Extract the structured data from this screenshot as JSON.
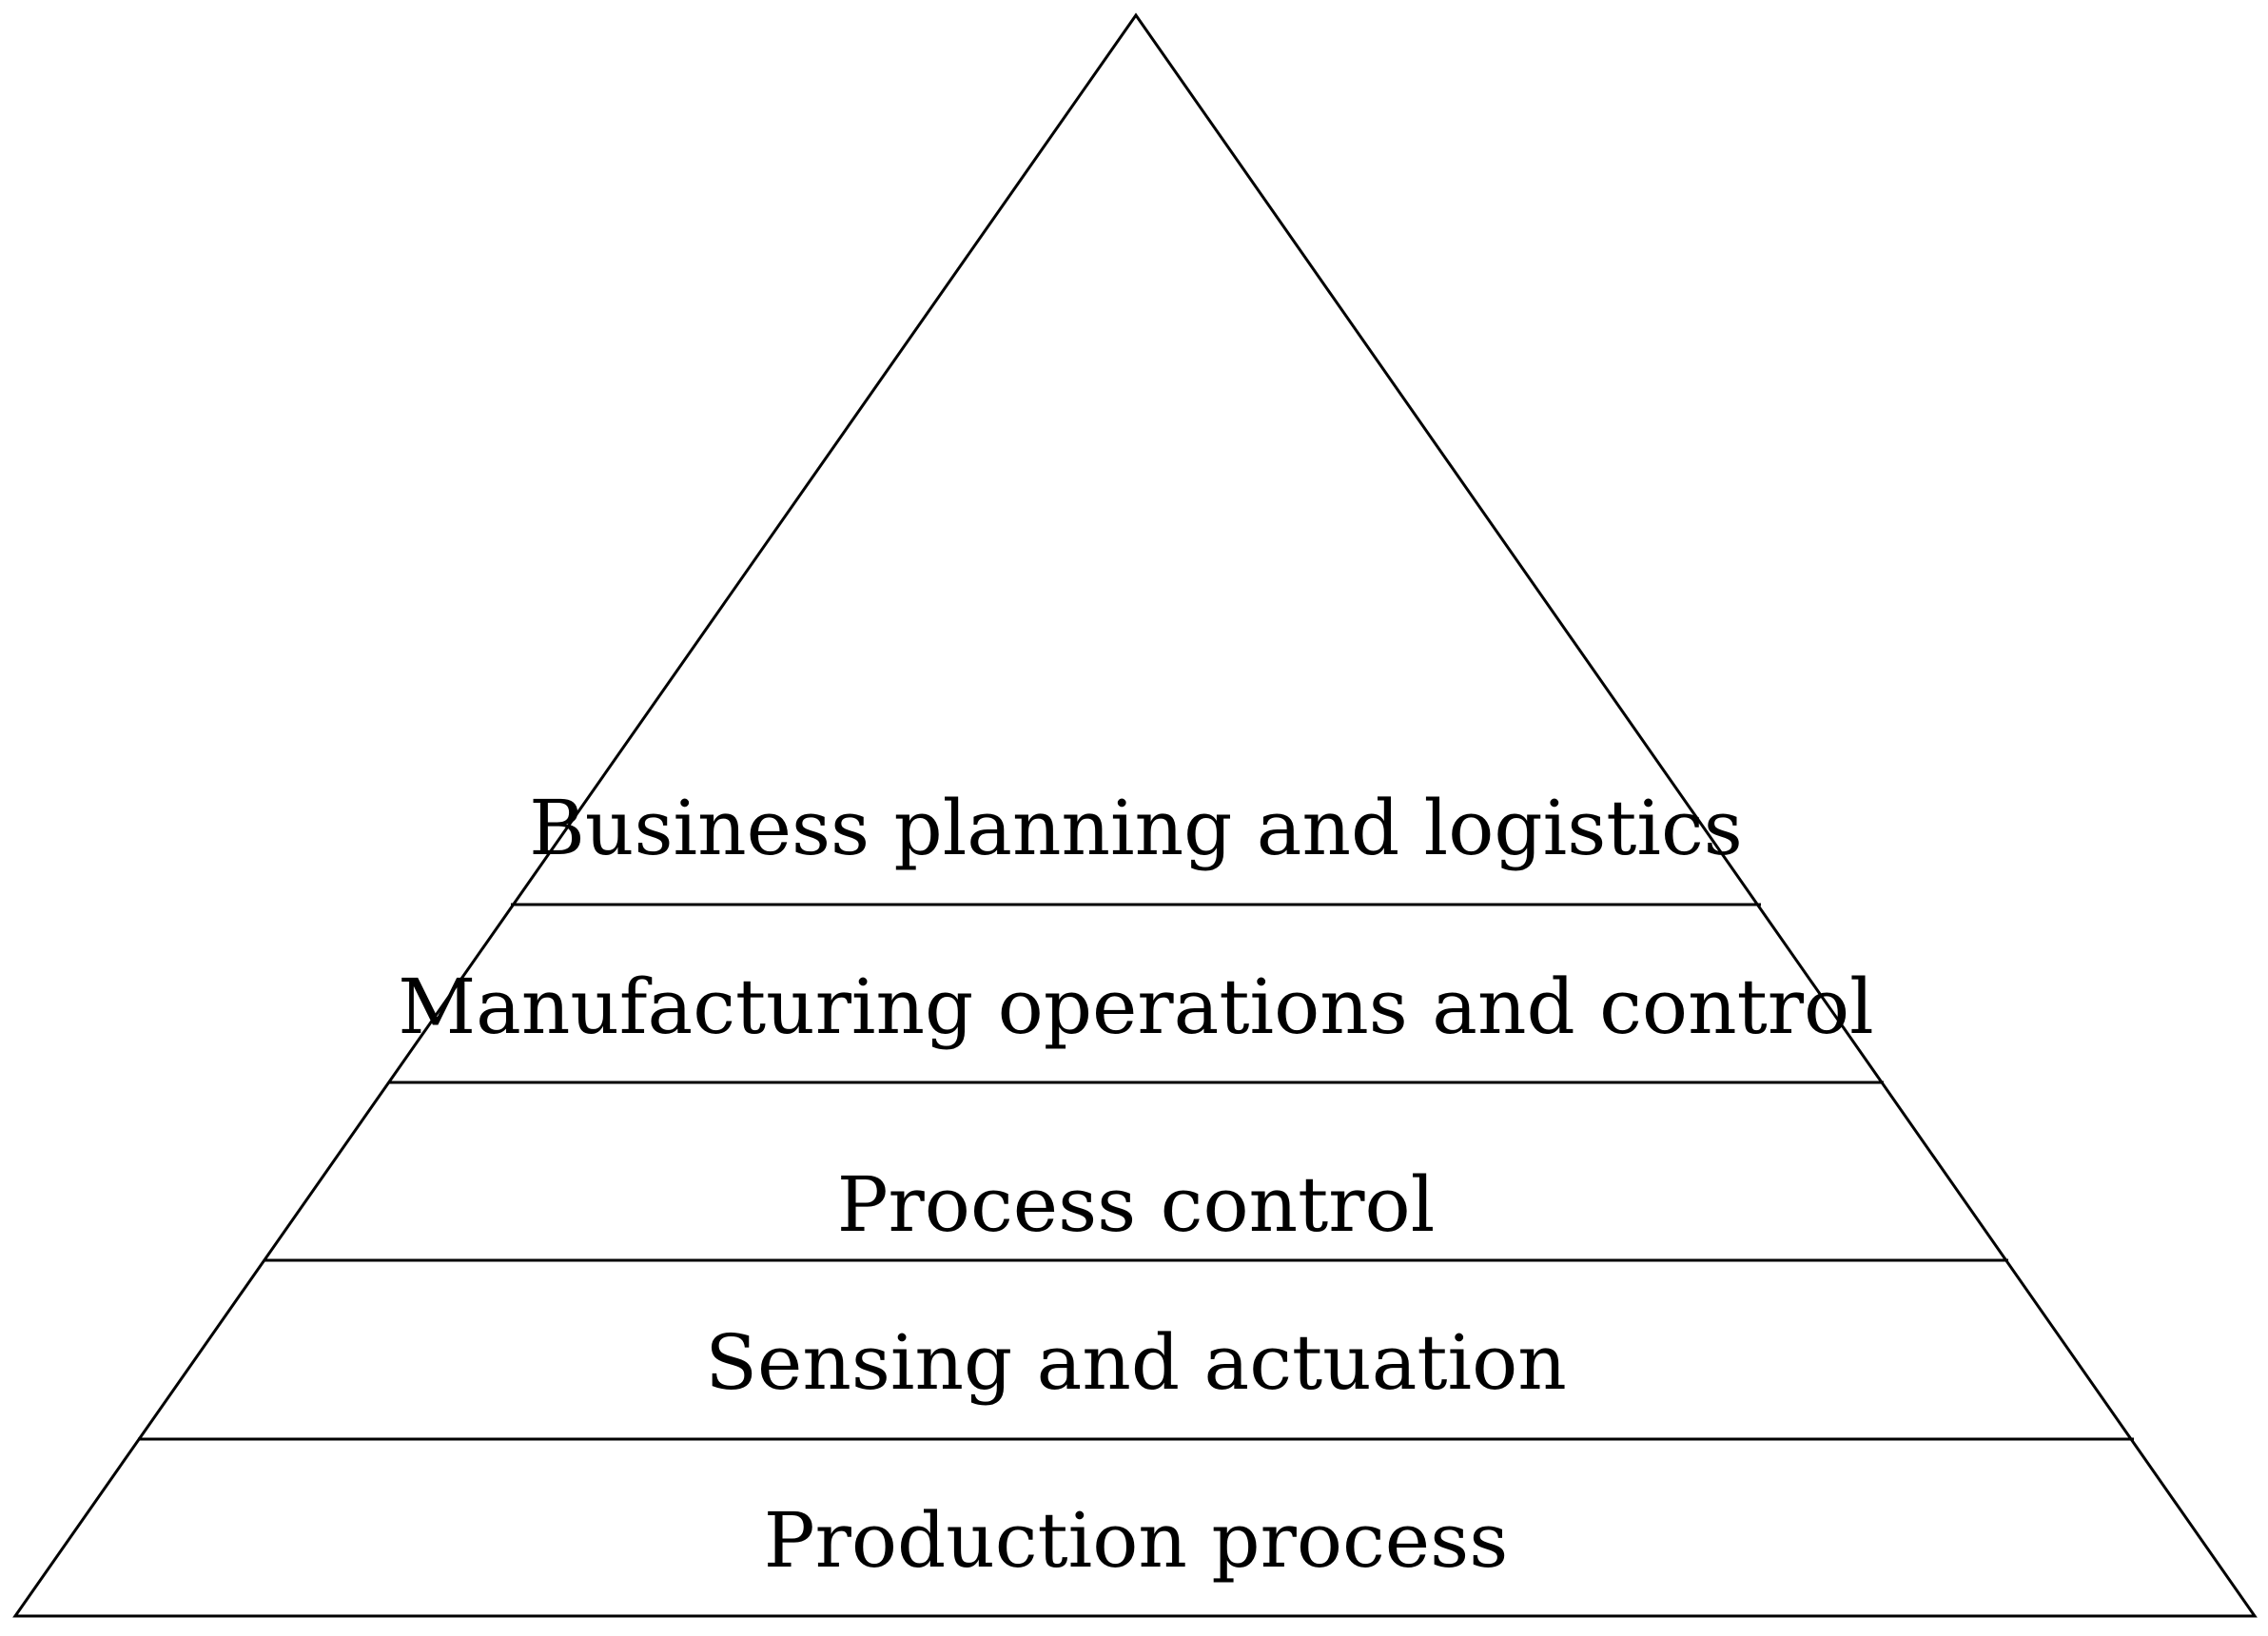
{
  "diagram": {
    "levels": [
      {
        "label": "Business planning and logistics"
      },
      {
        "label": "Manufacturing operations and control"
      },
      {
        "label": "Process control"
      },
      {
        "label": "Sensing and actuation"
      },
      {
        "label": "Production process"
      }
    ],
    "colors": {
      "stroke": "#000000",
      "text": "#000000",
      "background": "#ffffff"
    }
  }
}
